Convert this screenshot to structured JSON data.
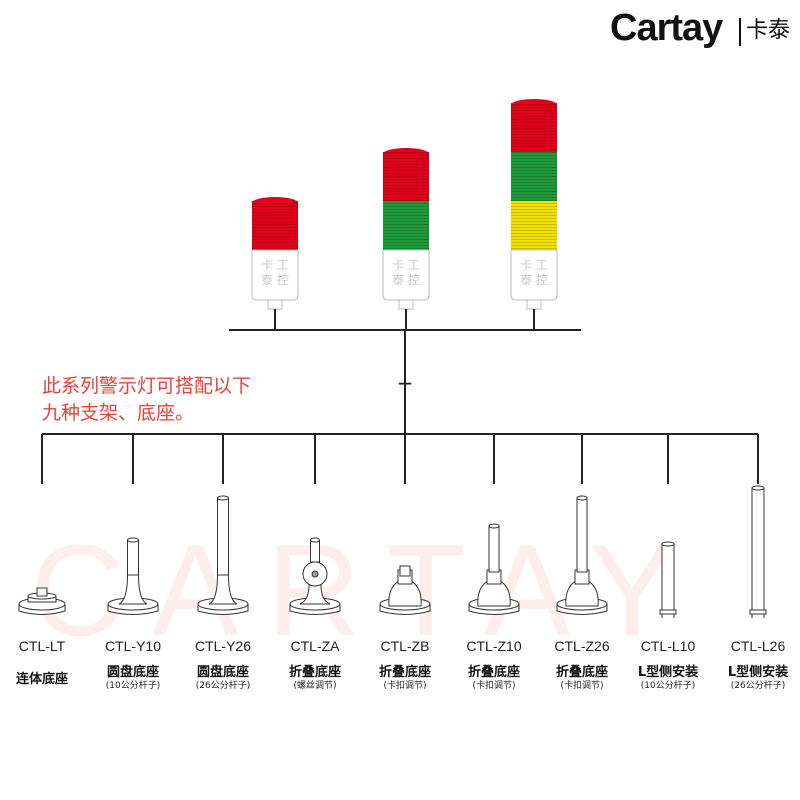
{
  "brand": {
    "name_en": "Cartay",
    "name_zh": "卡泰"
  },
  "colors": {
    "red": "#e2001a",
    "green": "#1f9a3a",
    "yellow": "#f2e200",
    "note": "#e8413a",
    "line": "#222222"
  },
  "lamps": [
    {
      "layers": [
        "red"
      ],
      "label_line1": "卡 工",
      "label_line2": "泰 控"
    },
    {
      "layers": [
        "red",
        "green"
      ],
      "label_line1": "卡 工",
      "label_line2": "泰 控"
    },
    {
      "layers": [
        "red",
        "green",
        "yellow"
      ],
      "label_line1": "卡 工",
      "label_line2": "泰 控"
    }
  ],
  "plus": "+",
  "note": {
    "line1": "此系列警示灯可搭配以下",
    "line2": "九种支架、底座。"
  },
  "watermark": "CARTAY",
  "bases": [
    {
      "code": "CTL-LT",
      "name": "连体底座",
      "note": ""
    },
    {
      "code": "CTL-Y10",
      "name": "圆盘底座",
      "note": "(10公分杆子)"
    },
    {
      "code": "CTL-Y26",
      "name": "圆盘底座",
      "note": "(26公分杆子)"
    },
    {
      "code": "CTL-ZA",
      "name": "折叠底座",
      "note": "(螺丝调节)"
    },
    {
      "code": "CTL-ZB",
      "name": "折叠底座",
      "note": "(卡扣调节)"
    },
    {
      "code": "CTL-Z10",
      "name": "折叠底座",
      "note": "(卡扣调节)"
    },
    {
      "code": "CTL-Z26",
      "name": "折叠底座",
      "note": "(卡扣调节)"
    },
    {
      "code": "CTL-L10",
      "name": "L型侧安装",
      "note": "(10公分杆子)"
    },
    {
      "code": "CTL-L26",
      "name": "L型侧安装",
      "note": "(26公分杆子)"
    }
  ]
}
